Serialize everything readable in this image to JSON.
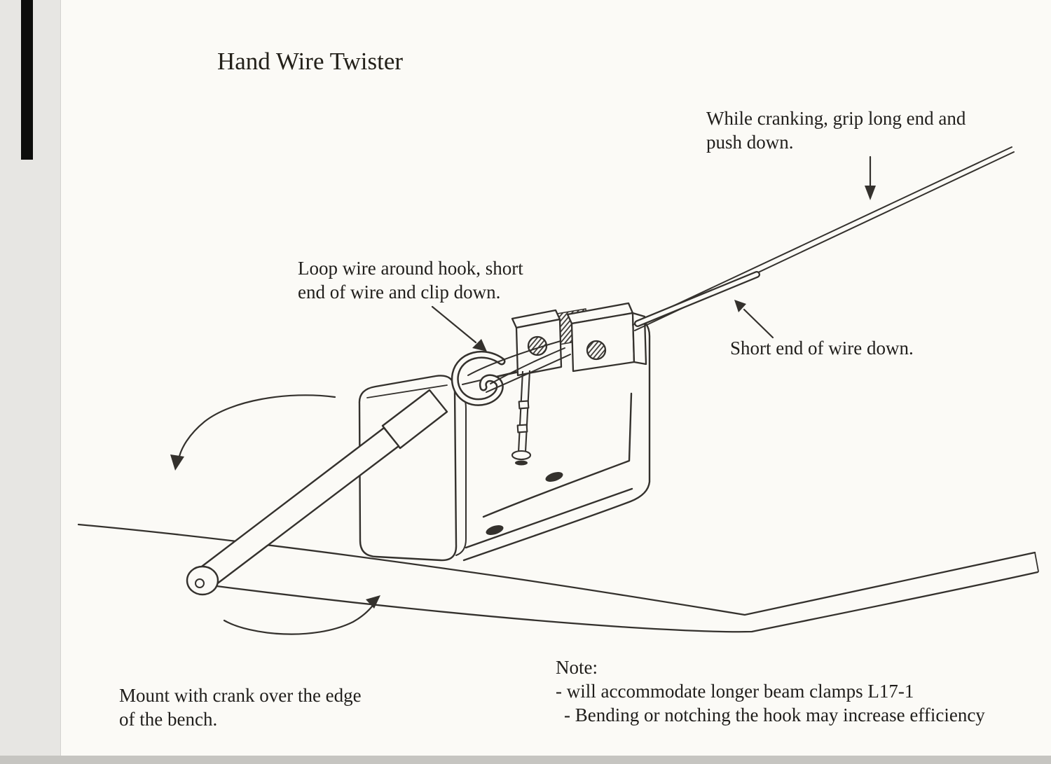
{
  "document": {
    "title": "Hand Wire Twister"
  },
  "annotations": {
    "crank_grip": {
      "line1": "While cranking, grip long end and",
      "line2": "push down."
    },
    "loop_wire": {
      "line1": "Loop wire around hook, short",
      "line2": "end of wire and clip down."
    },
    "short_end": {
      "text": "Short end of wire down."
    },
    "mount": {
      "line1": "Mount with crank over the edge",
      "line2": "of the bench."
    },
    "note": {
      "label": "Note:",
      "items": [
        "- will accommodate longer beam clamps L17-1",
        "- Bending or notching the hook may increase efficiency"
      ]
    }
  },
  "diagram": {
    "parts": [
      "workbench",
      "c-channel-bracket",
      "clamp-blocks",
      "crank-handle",
      "wire-hook",
      "long-wire",
      "short-wire-end",
      "rotation-arrows"
    ]
  },
  "colors": {
    "paper": "#fbfaf6",
    "ink": "#34312d"
  }
}
